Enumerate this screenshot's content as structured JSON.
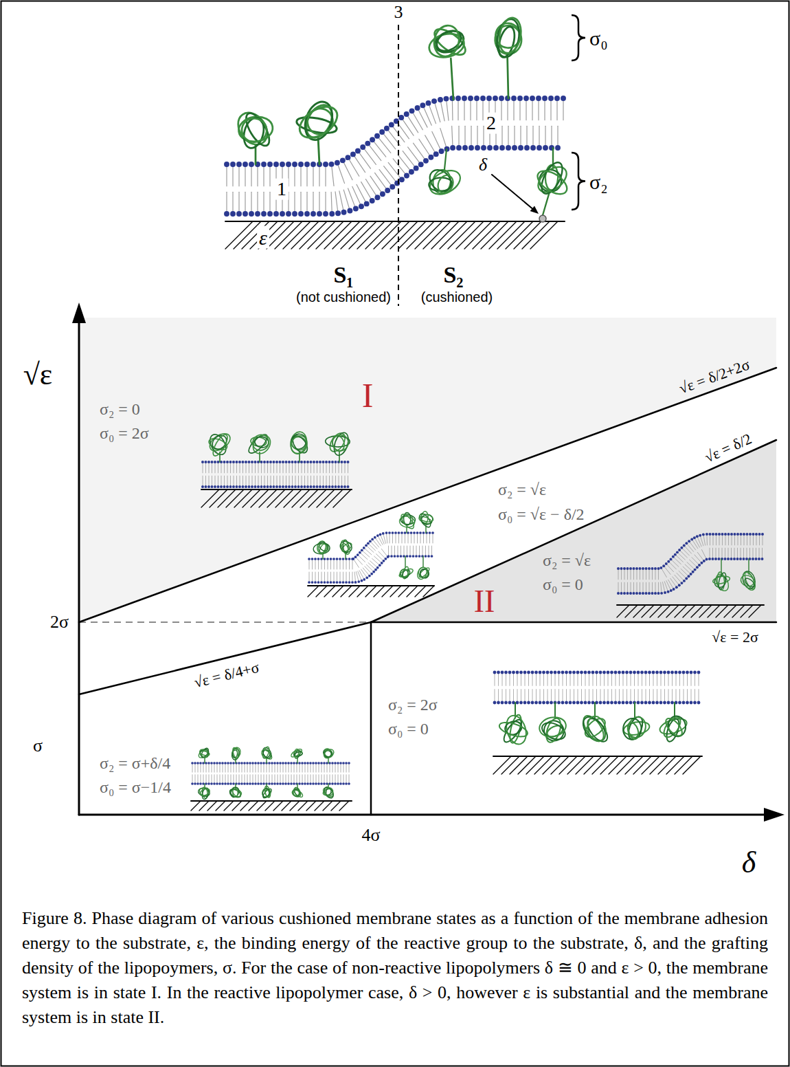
{
  "diagram": {
    "caption": "Figure 8. Phase diagram of various cushioned membrane states as a function of the membrane adhesion energy to the substrate, ε, the binding energy of the reactive group to the substrate, δ, and the grafting density of the lipopoymers, σ. For the case of non-reactive lipopolymers δ ≅ 0 and ε > 0, the membrane system is in state I. In the reactive lipopolymer case, δ > 0, however ε is substantial and the membrane system is in state II.",
    "labels": [
      "3",
      "σ₀",
      "1",
      "2",
      "σ₂",
      "δ",
      "ε",
      "S₁",
      "(not cushioned)",
      "S₂",
      "(cushioned)",
      "√ε",
      "I",
      "σ₂ = 0",
      "σ₀ = 2σ",
      "√ε = δ/2+2σ",
      "σ₂ = √ε",
      "σ₀ = √ε − δ/2",
      "√ε = δ/2",
      "σ₂ = √ε",
      "II",
      "σ₀ = 0",
      "2σ",
      "√ε = 2σ",
      "√ε = δ/4+σ",
      "σ",
      "σ₂ = 2σ",
      "σ₀ = 0",
      "σ₂ = σ+δ/4",
      "σ₀ = σ−1/4",
      "4σ",
      "δ"
    ]
  }
}
